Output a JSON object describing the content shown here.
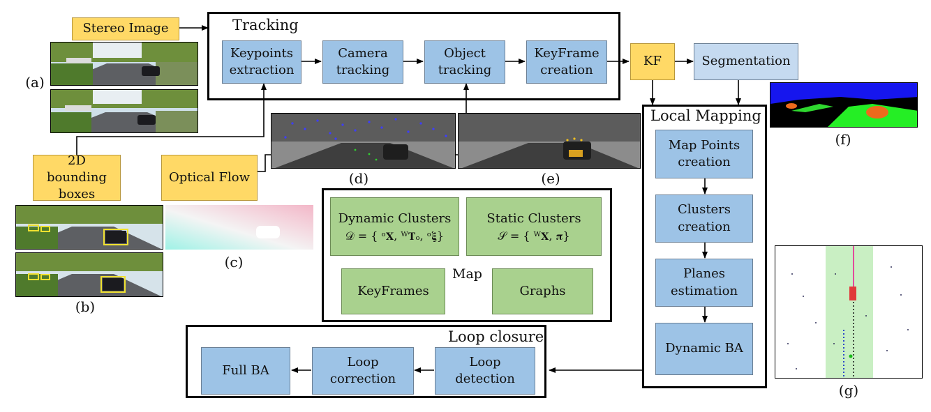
{
  "groups": {
    "tracking": "Tracking",
    "local_mapping": "Local Mapping",
    "loop_closure": "Loop closure",
    "map": "Map"
  },
  "nodes": {
    "stereo_image": "Stereo Image",
    "keypoints": "Keypoints\nextraction",
    "camera_tracking": "Camera\ntracking",
    "object_tracking": "Object\ntracking",
    "keyframe_creation": "KeyFrame\ncreation",
    "kf": "KF",
    "segmentation": "Segmentation",
    "bounding_boxes": "2D bounding\nboxes",
    "optical_flow": "Optical Flow",
    "map_points": "Map Points\ncreation",
    "clusters_creation": "Clusters\ncreation",
    "planes": "Planes\nestimation",
    "dynamic_ba": "Dynamic BA",
    "dynamic_clusters": "Dynamic Clusters",
    "dynamic_clusters_formula": "𝒟 = { ᵒ𝐗, ᵂ𝐓ₒ, ᵒ𝛏}",
    "static_clusters": "Static Clusters",
    "static_clusters_formula": "𝒮 = { ᵂ𝐗, 𝛑}",
    "keyframes": "KeyFrames",
    "graphs": "Graphs",
    "full_ba": "Full BA",
    "loop_correction": "Loop\ncorrection",
    "loop_detection": "Loop\ndetection"
  },
  "tags": {
    "a": "(a)",
    "b": "(b)",
    "c": "(c)",
    "d": "(d)",
    "e": "(e)",
    "f": "(f)",
    "g": "(g)"
  },
  "colors": {
    "process_blue": "#9dc3e6",
    "segmentation_blue": "#c5daf0",
    "input_yellow": "#ffd966",
    "map_green": "#a9d18e"
  }
}
